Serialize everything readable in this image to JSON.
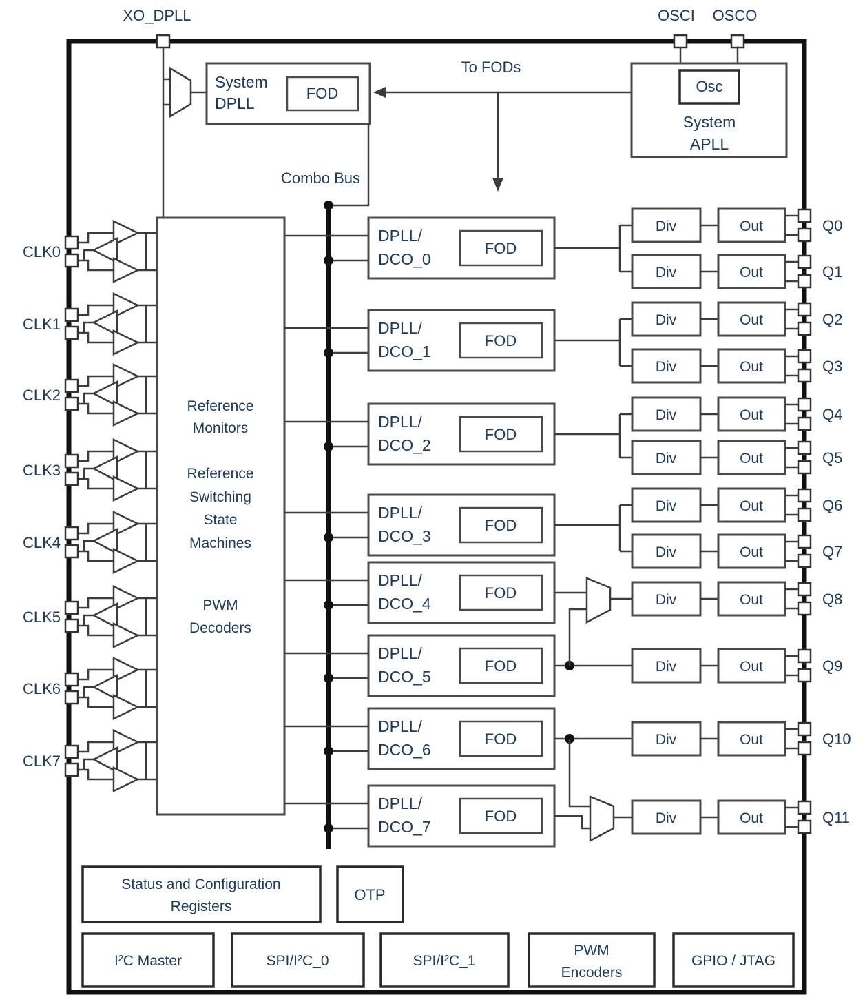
{
  "pins": {
    "xo_dpll": "XO_DPLL",
    "osci": "OSCI",
    "osco": "OSCO"
  },
  "top_labels": {
    "to_fods": "To FODs",
    "combo_bus": "Combo Bus"
  },
  "system_dpll": {
    "name_line1": "System",
    "name_line2": "DPLL",
    "fod": "FOD"
  },
  "system_apll": {
    "osc": "Osc",
    "name_line1": "System",
    "name_line2": "APLL"
  },
  "reference_block": {
    "group1": [
      "Reference",
      "Monitors"
    ],
    "group2": [
      "Reference",
      "Switching",
      "State",
      "Machines"
    ],
    "group3": [
      "PWM",
      "Decoders"
    ]
  },
  "clk_inputs": [
    "CLK0",
    "CLK1",
    "CLK2",
    "CLK3",
    "CLK4",
    "CLK5",
    "CLK6",
    "CLK7"
  ],
  "dpll_channels": [
    {
      "l1": "DPLL/",
      "l2": "DCO_0",
      "fod": "FOD"
    },
    {
      "l1": "DPLL/",
      "l2": "DCO_1",
      "fod": "FOD"
    },
    {
      "l1": "DPLL/",
      "l2": "DCO_2",
      "fod": "FOD"
    },
    {
      "l1": "DPLL/",
      "l2": "DCO_3",
      "fod": "FOD"
    },
    {
      "l1": "DPLL/",
      "l2": "DCO_4",
      "fod": "FOD"
    },
    {
      "l1": "DPLL/",
      "l2": "DCO_5",
      "fod": "FOD"
    },
    {
      "l1": "DPLL/",
      "l2": "DCO_6",
      "fod": "FOD"
    },
    {
      "l1": "DPLL/",
      "l2": "DCO_7",
      "fod": "FOD"
    }
  ],
  "outputs": [
    {
      "div": "Div",
      "out": "Out",
      "q": "Q0"
    },
    {
      "div": "Div",
      "out": "Out",
      "q": "Q1"
    },
    {
      "div": "Div",
      "out": "Out",
      "q": "Q2"
    },
    {
      "div": "Div",
      "out": "Out",
      "q": "Q3"
    },
    {
      "div": "Div",
      "out": "Out",
      "q": "Q4"
    },
    {
      "div": "Div",
      "out": "Out",
      "q": "Q5"
    },
    {
      "div": "Div",
      "out": "Out",
      "q": "Q6"
    },
    {
      "div": "Div",
      "out": "Out",
      "q": "Q7"
    },
    {
      "div": "Div",
      "out": "Out",
      "q": "Q8"
    },
    {
      "div": "Div",
      "out": "Out",
      "q": "Q9"
    },
    {
      "div": "Div",
      "out": "Out",
      "q": "Q10"
    },
    {
      "div": "Div",
      "out": "Out",
      "q": "Q11"
    }
  ],
  "bottom": {
    "status_line1": "Status and Configuration",
    "status_line2": "Registers",
    "otp": "OTP",
    "i2c_master": "I²C Master",
    "spi_i2c_0": "SPI/I²C_0",
    "spi_i2c_1": "SPI/I²C_1",
    "pwm_line1": "PWM",
    "pwm_line2": "Encoders",
    "gpio_jtag": "GPIO / JTAG"
  },
  "colors": {
    "wire": "#3c3c3c",
    "box_stroke": "#4a4a4a",
    "heavy": "#111111",
    "text": "#1e3a5f",
    "bg": "#ffffff"
  }
}
